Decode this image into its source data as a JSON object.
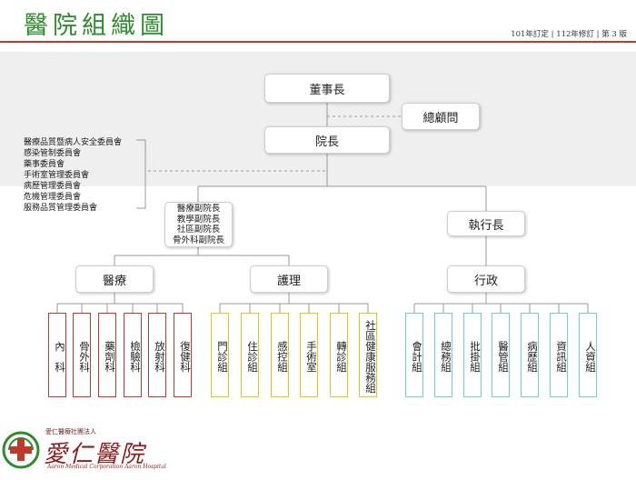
{
  "title": "醫院組織圖",
  "revision": "101年訂定 | 112年修訂 | 第 3 版",
  "nodes": {
    "board": "董事長",
    "advisor": "總顧問",
    "president": "院長",
    "vice_presidents": [
      "醫療副院長",
      "教學副院長",
      "社區副院長",
      "骨外科副院長"
    ],
    "executive": "執行長",
    "medical": "醫療",
    "nursing": "護理",
    "admin": "行政"
  },
  "committees": [
    "醫療品質暨病人安全委員會",
    "感染管制委員會",
    "藥事委員會",
    "手術室管理委員會",
    "病歷管理委員會",
    "危機管理委員會",
    "服務品質管理委員會"
  ],
  "medical_depts": [
    "內　科",
    "骨外科",
    "藥劑科",
    "檢驗科",
    "放射科",
    "復健科"
  ],
  "nursing_depts": [
    "門診組",
    "住診組",
    "感控組",
    "手術室",
    "轉診組",
    "社區健康服務組"
  ],
  "admin_depts": [
    "會計組",
    "總務組",
    "批掛組",
    "醫管組",
    "病歷組",
    "資訊組",
    "人資組"
  ],
  "colors": {
    "title": "#2e8b2e",
    "rule": "#c0392b",
    "medical_border": "#c0392b",
    "nursing_border": "#e8c21c",
    "admin_border": "#6ccfc8",
    "logo": "#8b1e1e"
  },
  "logo": {
    "org_line": "愛仁醫療社團法人",
    "name": "愛仁醫院",
    "english": "Aaron Medical Corporation Aaron Hospital",
    "icon": "green-red-cross-icon"
  }
}
